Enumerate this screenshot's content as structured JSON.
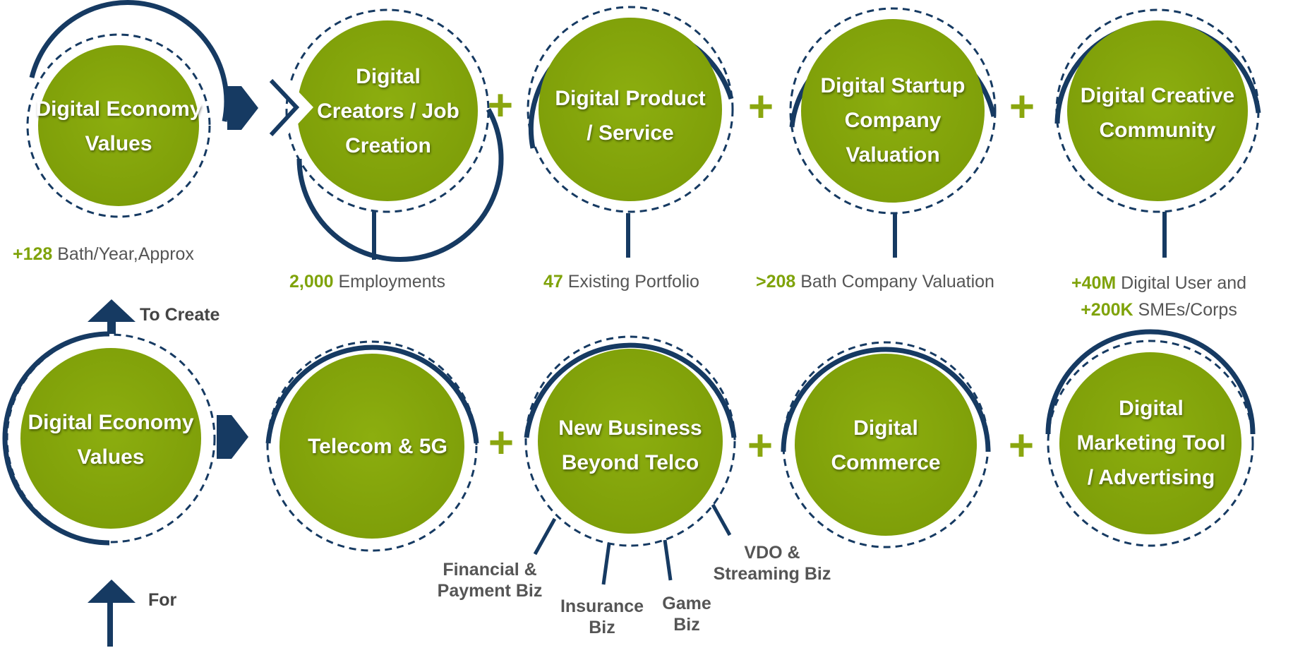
{
  "colors": {
    "navy": "#163a62",
    "green": "#84a50b",
    "highlight": "#7fa30a",
    "text": "#555555"
  },
  "top_row": {
    "circles": [
      {
        "label": "Digital Economy\nValues"
      },
      {
        "label": "Digital\nCreators / Job\nCreation"
      },
      {
        "label": "Digital Product\n/ Service"
      },
      {
        "label": "Digital Startup\nCompany\nValuation"
      },
      {
        "label": "Digital Creative\nCommunity"
      }
    ],
    "stats": [
      {
        "value": "+128",
        "text": " Bath/Year,Approx"
      },
      {
        "value": "2,000",
        "text": " Employments"
      },
      {
        "value": "47",
        "text": " Existing Portfolio"
      },
      {
        "value": ">208",
        "text": " Bath Company Valuation"
      },
      {
        "value": "+40M",
        "text": " Digital User and",
        "value2": "+200K",
        "text2": " SMEs/Corps"
      }
    ]
  },
  "bottom_row": {
    "circles": [
      {
        "label": "Digital Economy\nValues"
      },
      {
        "label": "Telecom & 5G"
      },
      {
        "label": "New Business\nBeyond Telco"
      },
      {
        "label": "Digital\nCommerce"
      },
      {
        "label": "Digital\nMarketing Tool\n/ Advertising"
      }
    ],
    "sub_businesses": [
      {
        "label": "Financial &\nPayment Biz"
      },
      {
        "label": "Insurance\nBiz"
      },
      {
        "label": "Game\nBiz"
      },
      {
        "label": "VDO &\nStreaming Biz"
      }
    ]
  },
  "connectors": {
    "plus": "+",
    "to_create": "To Create",
    "for": "For"
  }
}
